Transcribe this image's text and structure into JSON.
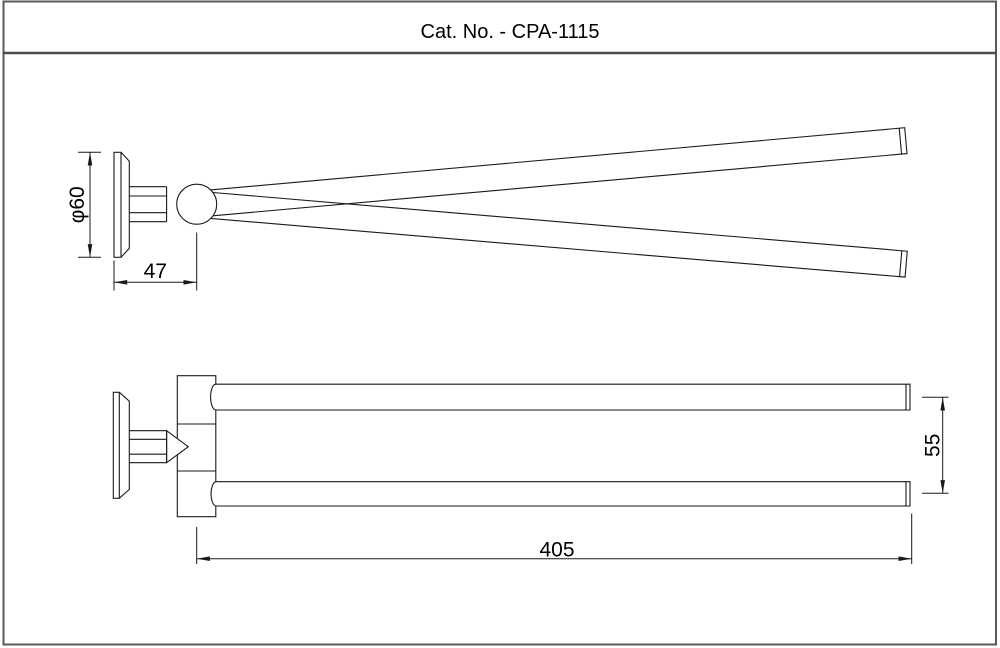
{
  "title_block": {
    "catalog_label": "Cat. No. - CPA-1115"
  },
  "views": {
    "top_view": {
      "dimensions": {
        "flange_diameter": "φ60",
        "wall_to_pivot": "47"
      }
    },
    "front_view": {
      "dimensions": {
        "bar_spacing": "55",
        "bar_length": "405"
      }
    }
  },
  "colors": {
    "line": "#1a1a1a",
    "frame": "#58595b",
    "background": "#ffffff"
  }
}
